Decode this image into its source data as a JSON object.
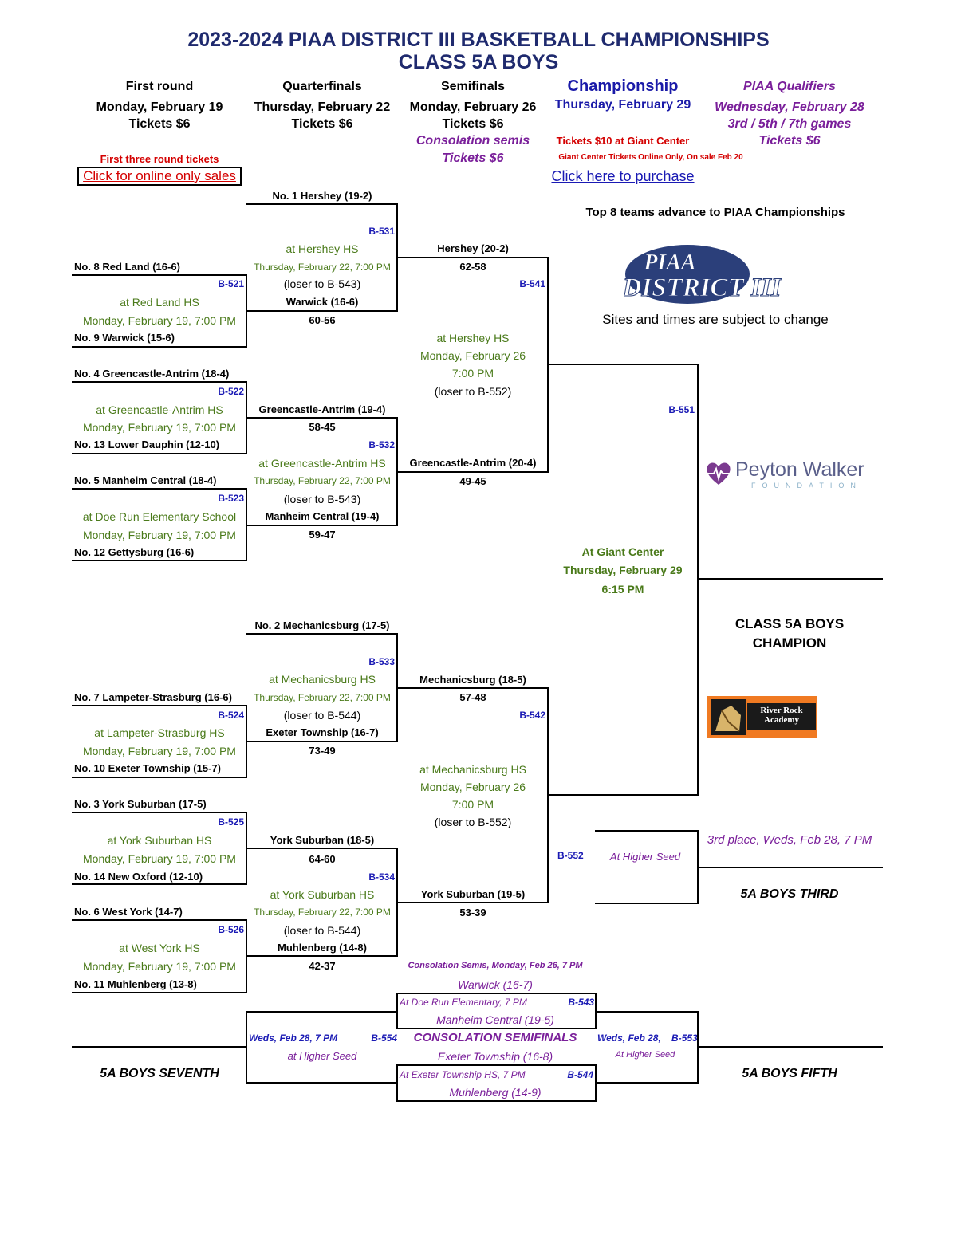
{
  "title": {
    "line1": "2023-2024 PIAA DISTRICT III BASKETBALL CHAMPIONSHIPS",
    "line2": "CLASS 5A BOYS"
  },
  "rounds": {
    "first": {
      "name": "First round",
      "date": "Monday, February 19",
      "tickets": "Tickets $6"
    },
    "quarter": {
      "name": "Quarterfinals",
      "date": "Thursday, February 22",
      "tickets": "Tickets $6"
    },
    "semi": {
      "name": "Semifinals",
      "date": "Monday, February 26",
      "tickets": "Tickets $6",
      "cons_semis": "Consolation semis",
      "cons_tickets": "Tickets $6"
    },
    "champ": {
      "name": "Championship",
      "date": "Thursday, February 29",
      "tickets": "Tickets $10 at Giant Center",
      "online_note": "Giant Center Tickets Online Only, On sale Feb 20",
      "link": "Click here to purchase"
    },
    "piaa": {
      "name": "PIAA Qualifiers",
      "date": "Wednesday, February 28",
      "games": "3rd / 5th / 7th  games",
      "tickets": "Tickets $6"
    }
  },
  "first_three_note": "First three round tickets",
  "online_sales_link": "Click for online only sales",
  "top8_note": "Top 8 teams advance to PIAA Championships",
  "district_logo": {
    "line1": "PIAA",
    "line2": "DISTRICT III"
  },
  "sites_note": "Sites and times are subject to change",
  "sponsor1": {
    "name": "Peyton Walker",
    "sub": "FOUNDATION"
  },
  "sponsor2": {
    "line1": "River Rock",
    "line2": "Academy"
  },
  "first_round": [
    {
      "code": "B-521",
      "top": "No. 8 Red Land (16-6)",
      "site": "at Red Land HS",
      "date": "Monday, February 19, 7:00 PM",
      "bottom": "No. 9 Warwick (15-6)"
    },
    {
      "code": "B-522",
      "top": "No. 4 Greencastle-Antrim (18-4)",
      "site": "at Greencastle-Antrim HS",
      "date": "Monday, February 19, 7:00 PM",
      "bottom": "No. 13 Lower Dauphin (12-10)"
    },
    {
      "code": "B-523",
      "top": "No. 5 Manheim Central (18-4)",
      "site": "at Doe Run Elementary School",
      "date": "Monday, February 19, 7:00 PM",
      "bottom": "No. 12 Gettysburg (16-6)"
    },
    {
      "code": "B-524",
      "top": "No. 7 Lampeter-Strasburg (16-6)",
      "site": "at Lampeter-Strasburg HS",
      "date": "Monday, February 19, 7:00 PM",
      "bottom": "No. 10 Exeter Township (15-7)"
    },
    {
      "code": "B-525",
      "top": "No. 3 York Suburban (17-5)",
      "site": "at York Suburban HS",
      "date": "Monday, February 19, 7:00 PM",
      "bottom": "No. 14 New Oxford (12-10)"
    },
    {
      "code": "B-526",
      "top": "No. 6 West York (14-7)",
      "site": "at West York HS",
      "date": "Monday, February 19, 7:00 PM",
      "bottom": "No. 11 Muhlenberg (13-8)"
    }
  ],
  "quarterfinals": [
    {
      "code": "B-531",
      "top": "No. 1 Hershey (19-2)",
      "site": "at Hershey HS",
      "date": "Thursday, February 22, 7:00 PM",
      "loser": "(loser to B-543)",
      "bottom": "Warwick (16-6)",
      "score": "60-56"
    },
    {
      "code": "B-532",
      "top": "Greencastle-Antrim (19-4)",
      "top_score": "58-45",
      "site": "at Greencastle-Antrim HS",
      "date": "Thursday, February 22, 7:00 PM",
      "loser": "(loser to B-543)",
      "bottom": "Manheim Central (19-4)",
      "score": "59-47"
    },
    {
      "code": "B-533",
      "top": "No. 2 Mechanicsburg (17-5)",
      "site": "at Mechanicsburg HS",
      "date": "Thursday, February 22, 7:00 PM",
      "loser": "(loser to B-544)",
      "bottom": "Exeter Township (16-7)",
      "score": "73-49"
    },
    {
      "code": "B-534",
      "top": "York Suburban (18-5)",
      "top_score": "64-60",
      "site": "at York Suburban HS",
      "date": "Thursday, February 22, 7:00 PM",
      "loser": "(loser to B-544)",
      "bottom": "Muhlenberg (14-8)",
      "score": "42-37"
    }
  ],
  "semifinals": [
    {
      "code": "B-541",
      "top": "Hershey (20-2)",
      "top_score": "62-58",
      "site": "at Hershey HS",
      "date": "Monday, February 26",
      "time": "7:00 PM",
      "loser": "(loser to B-552)",
      "bottom": "Greencastle-Antrim (20-4)",
      "score": "49-45"
    },
    {
      "code": "B-542",
      "top": "Mechanicsburg (18-5)",
      "top_score": "57-48",
      "site": "at Mechanicsburg HS",
      "date": "Monday, February 26",
      "time": "7:00 PM",
      "loser": "(loser to B-552)",
      "bottom": "York Suburban (19-5)",
      "score": "53-39"
    }
  ],
  "final": {
    "code": "B-551",
    "site": "At Giant Center",
    "date": "Thursday, February 29",
    "time": "6:15 PM",
    "champion": [
      "CLASS 5A BOYS",
      "CHAMPION"
    ]
  },
  "third_place": {
    "code": "B-552",
    "site": "At Higher Seed",
    "label": "3rd place, Weds, Feb 28, 7 PM",
    "result": "5A BOYS THIRD"
  },
  "consolation": {
    "header": "Consolation Semis, Monday, Feb 26, 7 PM",
    "title": "CONSOLATION SEMIFINALS",
    "g543": {
      "top": "Warwick (16-7)",
      "site": "At Doe Run Elementary, 7 PM",
      "code": "B-543",
      "bottom": "Manheim Central (19-5)"
    },
    "g544": {
      "top": "Exeter Township (16-8)",
      "site": "At Exeter Township HS, 7 PM",
      "code": "B-544",
      "bottom": "Muhlenberg (14-9)"
    },
    "g554": {
      "date": "Weds, Feb 28, 7 PM",
      "code": "B-554",
      "site": "at Higher Seed",
      "result": "5A BOYS SEVENTH"
    },
    "g553": {
      "date": "Weds, Feb 28,",
      "code": "B-553",
      "site": "At Higher Seed",
      "result": "5A BOYS FIFTH"
    }
  },
  "colors": {
    "title": "#1f2a6e",
    "code": "#1a1ab4",
    "site": "#4a7a1a",
    "consolation": "#7a1f9a",
    "tickets": "#d40000"
  }
}
